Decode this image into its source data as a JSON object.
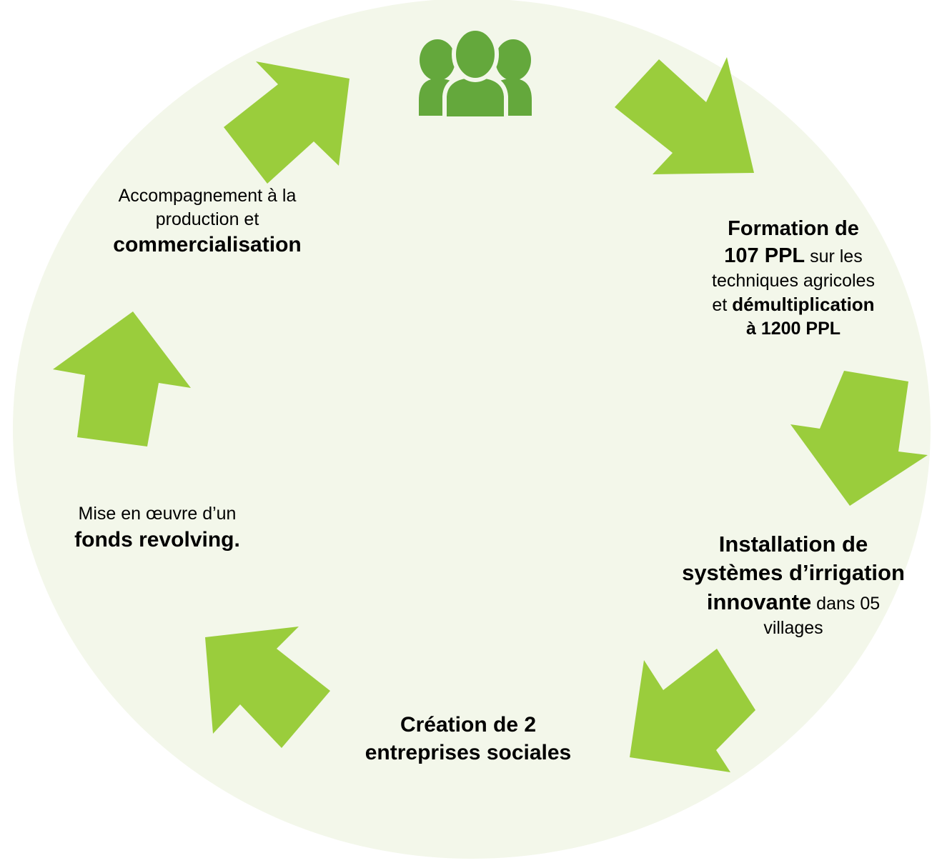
{
  "colors": {
    "background_circle": "#f3f7ea",
    "arrow": "#9acd3c",
    "icon": "#64a83c"
  },
  "icon": "people-group-icon",
  "steps": {
    "formation": {
      "bold1": "Formation de",
      "bold2": "107 PPL",
      "normal1": " sur les",
      "normal2": "techniques agricoles",
      "normal3": "et ",
      "bold3": "démultiplication",
      "bold4": "à 1200 PPL"
    },
    "installation": {
      "bold1": "Installation de",
      "bold2": "systèmes d’irrigation",
      "bold3": "innovante",
      "normal1": " dans 05",
      "normal2": "villages"
    },
    "creation": {
      "line1": "Création de 2",
      "line2": "entreprises sociales"
    },
    "fonds": {
      "normal1": "Mise en œuvre d’un",
      "bold1": "fonds revolving."
    },
    "accompagnement": {
      "normal1": "Accompagnement à la",
      "normal2": "production et",
      "bold1": "commercialisation"
    }
  }
}
